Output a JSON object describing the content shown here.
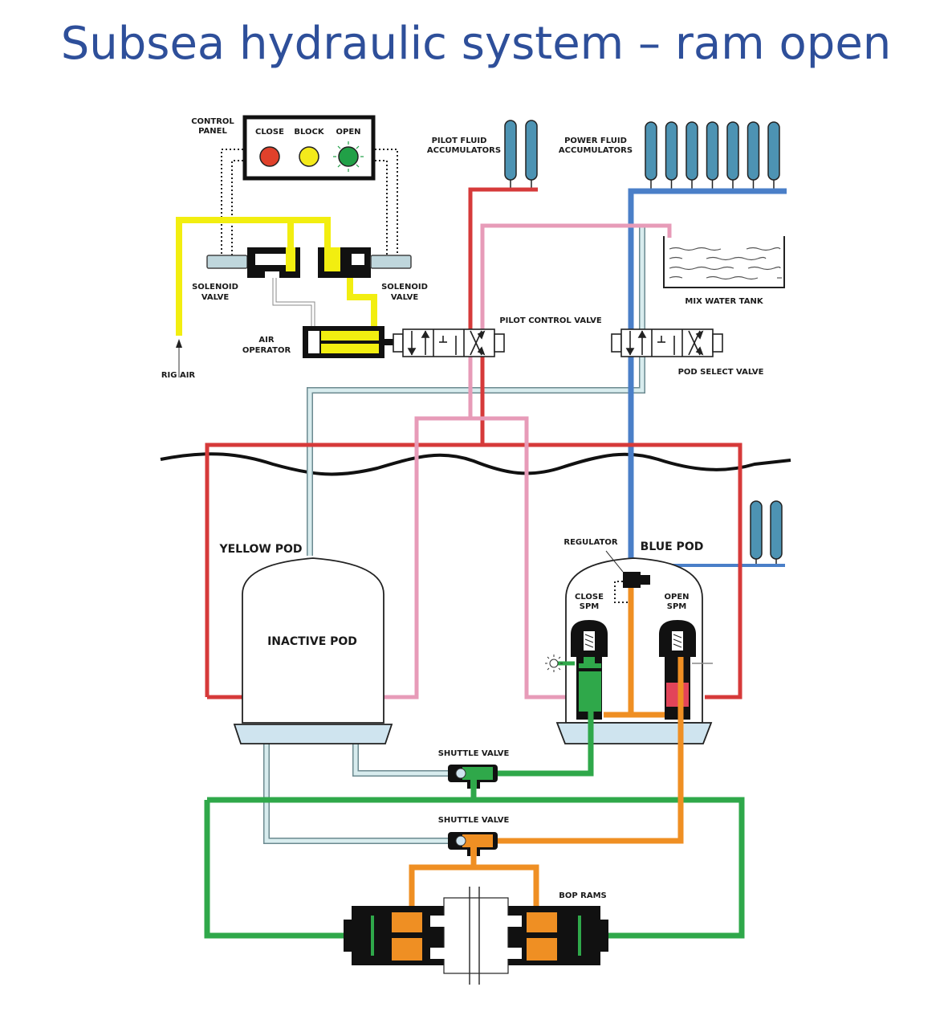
{
  "title": "Subsea hydraulic system – ram open",
  "colors": {
    "title": "#2e4f9a",
    "pilot_supply": "#d63a3a",
    "pilot_return": "#e79bb8",
    "power_supply": "#4a7fc8",
    "power_return": "#cfe6e8",
    "rig_air": "#f2ee10",
    "open_line": "#2fa84a",
    "close_line": "#ef8f23",
    "accumulator": "#4d93b3"
  },
  "control_panel": {
    "label_line1": "CONTROL",
    "label_line2": "PANEL",
    "buttons": [
      {
        "label": "CLOSE",
        "color": "#e0412b",
        "active": false
      },
      {
        "label": "BLOCK",
        "color": "#f4ea1b",
        "active": false
      },
      {
        "label": "OPEN",
        "color": "#21a047",
        "active": true
      }
    ]
  },
  "labels": {
    "solenoid_left_1": "SOLENOID",
    "solenoid_left_2": "VALVE",
    "solenoid_right_1": "SOLENOID",
    "solenoid_right_2": "VALVE",
    "air_operator_1": "AIR",
    "air_operator_2": "OPERATOR",
    "rig_air": "RIG AIR",
    "pilot_acc_1": "PILOT FLUID",
    "pilot_acc_2": "ACCUMULATORS",
    "power_acc_1": "POWER FLUID",
    "power_acc_2": "ACCUMULATORS",
    "pilot_control_valve": "PILOT CONTROL VALVE",
    "pod_select_valve": "POD SELECT VALVE",
    "mix_water_tank": "MIX WATER TANK",
    "yellow_pod": "YELLOW POD",
    "inactive_pod": "INACTIVE POD",
    "blue_pod": "BLUE POD",
    "regulator": "REGULATOR",
    "close_spm_1": "CLOSE",
    "close_spm_2": "SPM",
    "open_spm_1": "OPEN",
    "open_spm_2": "SPM",
    "shuttle_valve_1": "SHUTTLE VALVE",
    "shuttle_valve_2": "SHUTTLE VALVE",
    "bop_rams": "BOP RAMS"
  },
  "accumulators": {
    "pilot_count": 2,
    "power_count": 7,
    "subsea_count": 2
  }
}
